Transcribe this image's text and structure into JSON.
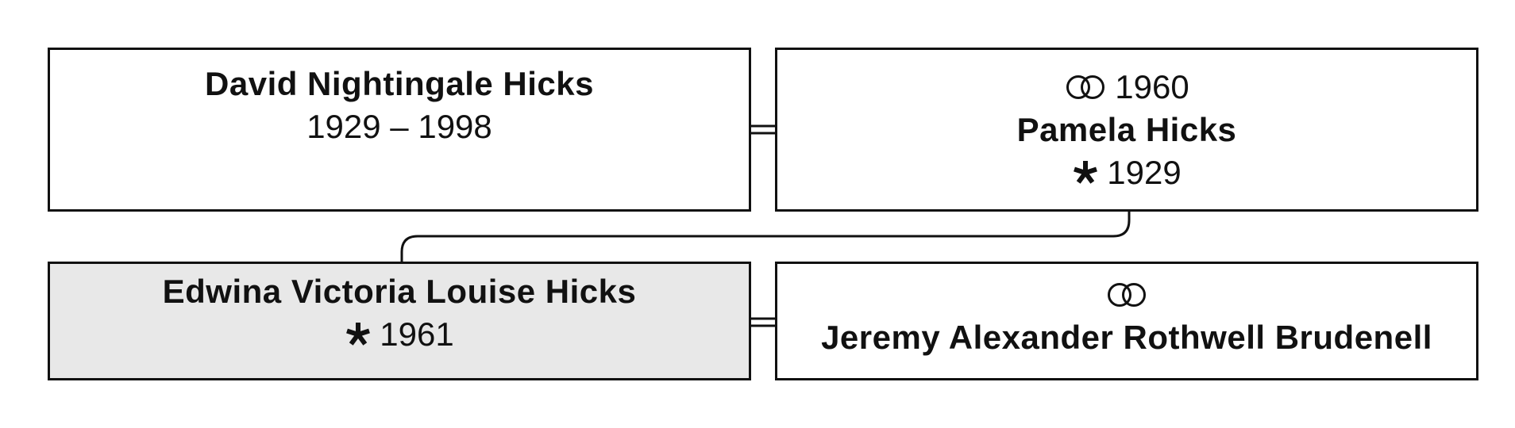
{
  "tree": {
    "father": {
      "name": "David Nightingale Hicks",
      "lifespan": "1929 – 1998"
    },
    "mother": {
      "marriage_icon": "wedding-rings-icon",
      "marriage_year": "1960",
      "name": "Pamela Hicks",
      "birth_icon": "star-birth-icon",
      "birth_year": "1929"
    },
    "child": {
      "name": "Edwina Victoria Louise Hicks",
      "birth_icon": "star-birth-icon",
      "birth_year": "1961"
    },
    "spouse": {
      "marriage_icon": "wedding-rings-icon",
      "name": "Jeremy Alexander Rothwell Brudenell"
    }
  },
  "colors": {
    "border": "#111111",
    "highlight_fill": "#e8e8e8"
  }
}
